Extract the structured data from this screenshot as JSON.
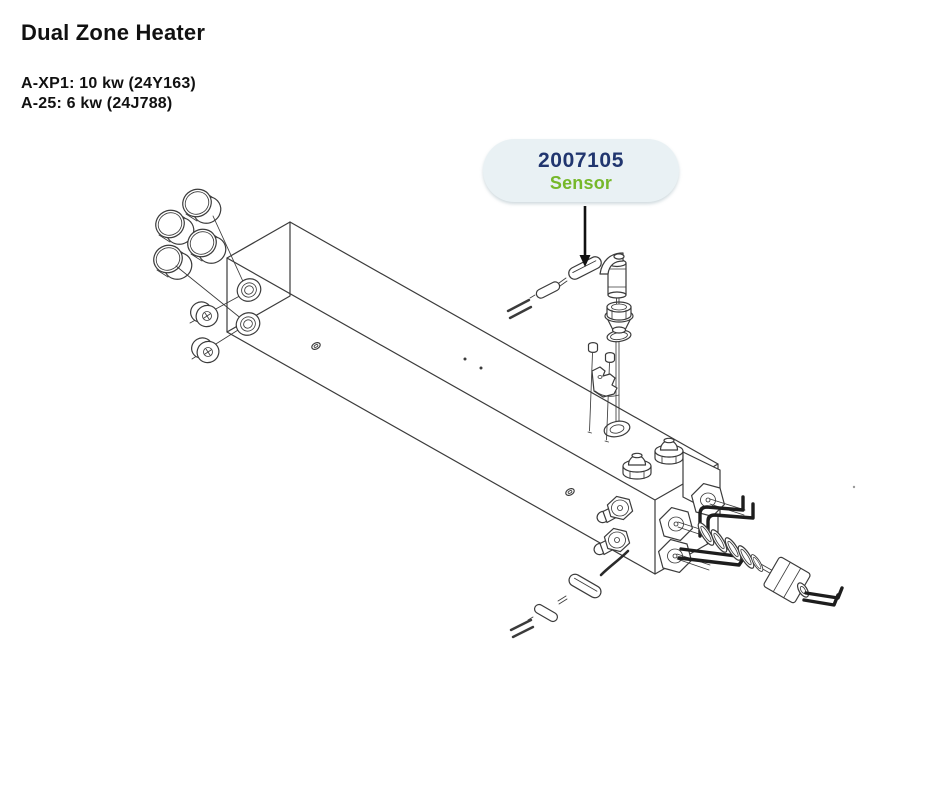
{
  "header": {
    "title": "Dual Zone Heater",
    "models": [
      "A-XP1: 10 kw (24Y163)",
      "A-25: 6 kw (24J788)"
    ]
  },
  "callout": {
    "part_number": "2007105",
    "part_name": "Sensor",
    "part_number_color": "#21366f",
    "part_name_color": "#76b82a",
    "bubble_fill": "#e9f1f4",
    "arrow_color": "#111111"
  },
  "diagram": {
    "line_color": "#3b3b3b",
    "wire_color": "#1d1d1d",
    "background_color": "#ffffff"
  }
}
